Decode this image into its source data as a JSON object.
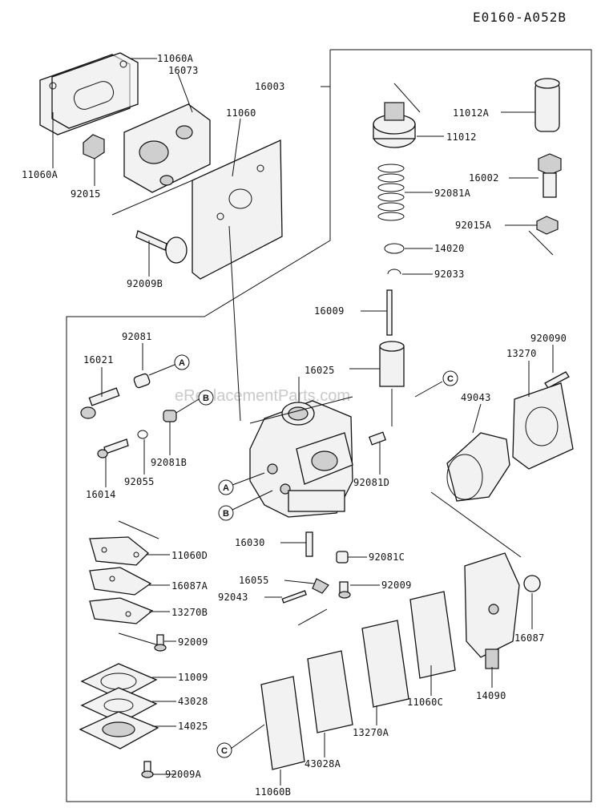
{
  "diagram_code": "E0160-A052B",
  "watermark": "eReplacementParts.com",
  "callouts": {
    "A": "A",
    "B": "B",
    "C": "C"
  },
  "labels": {
    "p11060A_top": "11060A",
    "p16073": "16073",
    "p16003": "16003",
    "p11060": "11060",
    "p11060A_left": "11060A",
    "p92015": "92015",
    "p92009B": "92009B",
    "p11012A": "11012A",
    "p11012": "11012",
    "p16002": "16002",
    "p92081A": "92081A",
    "p92015A": "92015A",
    "p14020": "14020",
    "p92033": "92033",
    "p16009": "16009",
    "p92081": "92081",
    "p16021": "16021",
    "p16025": "16025",
    "p920090": "920090",
    "p13270": "13270",
    "p49043": "49043",
    "p92081B": "92081B",
    "p92055": "92055",
    "p16014": "16014",
    "p92081D": "92081D",
    "p16030": "16030",
    "p92081C": "92081C",
    "p11060D": "11060D",
    "p16087A": "16087A",
    "p16055": "16055",
    "p92009_mid": "92009",
    "p92043": "92043",
    "p13270B": "13270B",
    "p92009_low": "92009",
    "p16087": "16087",
    "p11009": "11009",
    "p43028": "43028",
    "p14025": "14025",
    "p92009A": "92009A",
    "p11060C": "11060C",
    "p14090": "14090",
    "p13270A": "13270A",
    "p43028A": "43028A",
    "p11060B": "11060B"
  }
}
